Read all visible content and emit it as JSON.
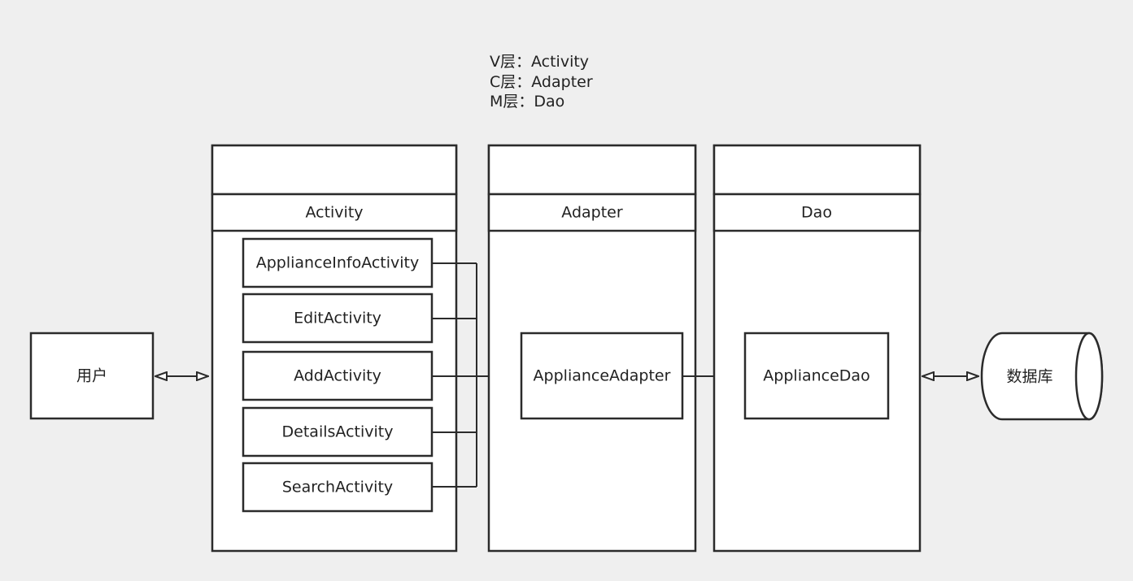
{
  "legend": {
    "v_layer": "V层：Activity",
    "c_layer": "C层：Adapter",
    "m_layer": "M层：Dao"
  },
  "user": {
    "label": "用户"
  },
  "activity_column": {
    "title": "Activity",
    "items": [
      "ApplianceInfoActivity",
      "EditActivity",
      "AddActivity",
      "DetailsActivity",
      "SearchActivity"
    ]
  },
  "adapter_column": {
    "title": "Adapter",
    "item": "ApplianceAdapter"
  },
  "dao_column": {
    "title": "Dao",
    "item": "ApplianceDao"
  },
  "database": {
    "label": "数据库"
  },
  "colors": {
    "background": "#efefef",
    "box_fill": "#ffffff",
    "stroke": "#2b2b2b",
    "text": "#222222"
  }
}
